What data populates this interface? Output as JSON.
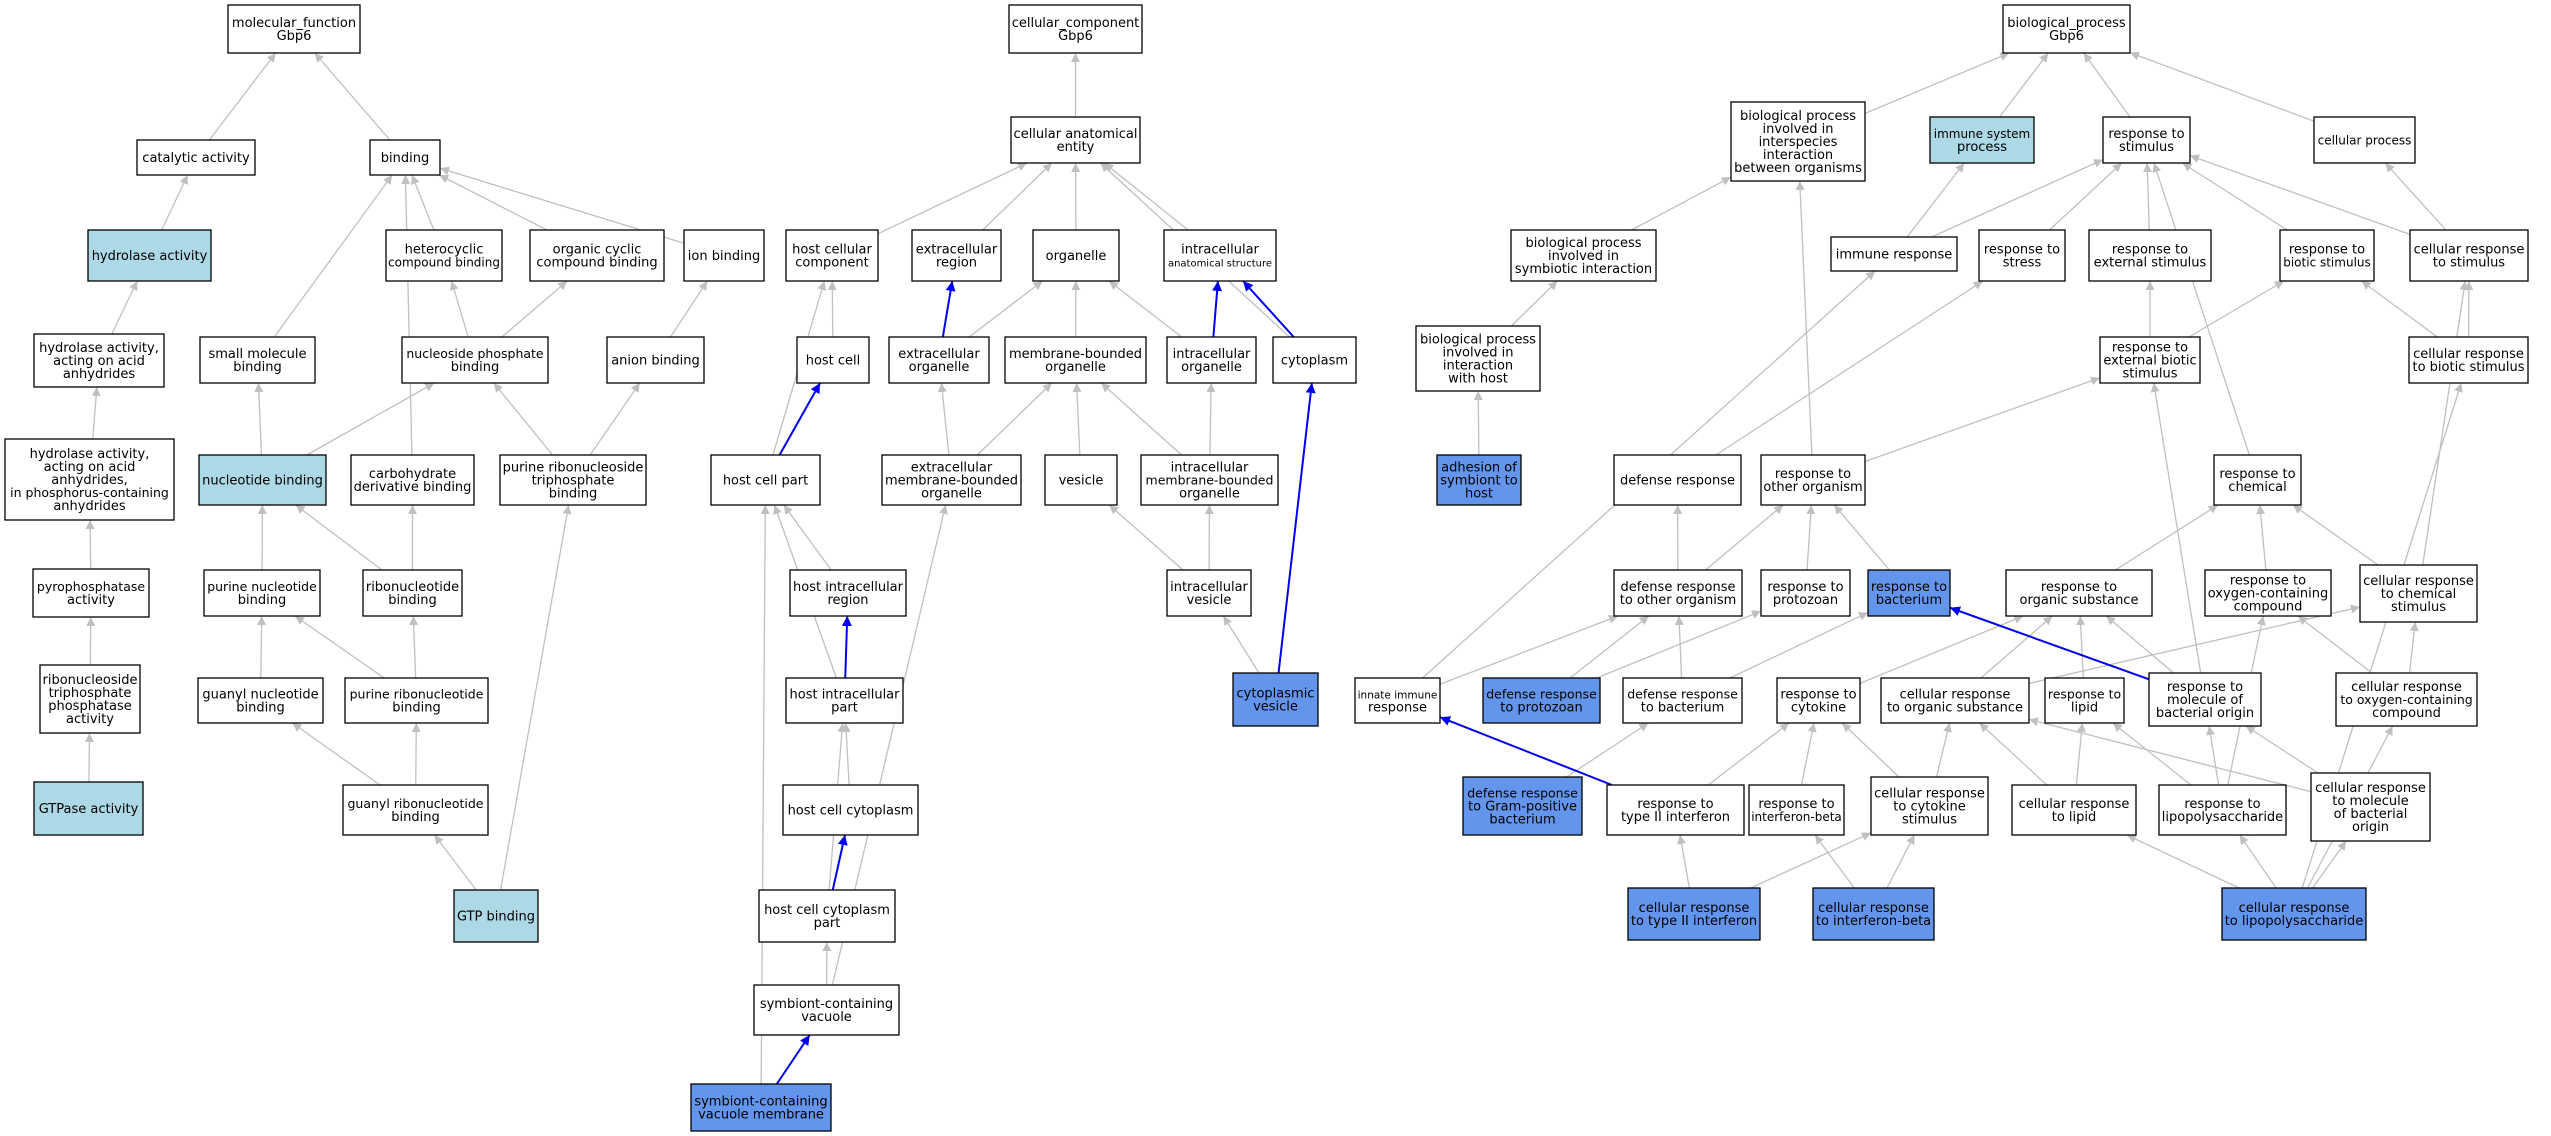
{
  "colors": {
    "plain": "#ffffff",
    "light": "#add8e6",
    "dark": "#6495ed",
    "edge": "#c0c0c0",
    "edge_highlight": "#0000ee"
  },
  "nodes": [
    {
      "id": "mf",
      "lines": [
        "molecular_function",
        "Gbp6"
      ],
      "style": "plain"
    },
    {
      "id": "cat",
      "lines": [
        "catalytic activity"
      ],
      "style": "plain"
    },
    {
      "id": "binding",
      "lines": [
        "binding"
      ],
      "style": "plain"
    },
    {
      "id": "hydro",
      "lines": [
        "hydrolase activity"
      ],
      "style": "light"
    },
    {
      "id": "hydroacid",
      "lines": [
        "hydrolase activity,",
        "acting on acid",
        "anhydrides"
      ],
      "style": "plain"
    },
    {
      "id": "hydrophos",
      "lines": [
        "hydrolase activity,",
        "acting on acid",
        "anhydrides,",
        "in phosphorus-containing",
        "anhydrides"
      ],
      "style": "plain"
    },
    {
      "id": "pyro",
      "lines": [
        "pyrophosphatase",
        "activity"
      ],
      "style": "plain"
    },
    {
      "id": "rntp",
      "lines": [
        "ribonucleoside",
        "triphosphate",
        "phosphatase",
        "activity"
      ],
      "style": "plain"
    },
    {
      "id": "gtpase",
      "lines": [
        "GTPase activity"
      ],
      "style": "light"
    },
    {
      "id": "hetero",
      "lines": [
        "heterocyclic",
        "compound binding"
      ],
      "style": "plain"
    },
    {
      "id": "orgcyc",
      "lines": [
        "organic cyclic",
        "compound binding"
      ],
      "style": "plain"
    },
    {
      "id": "ionb",
      "lines": [
        "ion binding"
      ],
      "style": "plain"
    },
    {
      "id": "smallmol",
      "lines": [
        "small molecule",
        "binding"
      ],
      "style": "plain"
    },
    {
      "id": "nucphos",
      "lines": [
        "nucleoside phosphate",
        "binding"
      ],
      "style": "plain"
    },
    {
      "id": "anion",
      "lines": [
        "anion binding"
      ],
      "style": "plain"
    },
    {
      "id": "nucb",
      "lines": [
        "nucleotide binding"
      ],
      "style": "light"
    },
    {
      "id": "carb",
      "lines": [
        "carbohydrate",
        "derivative binding"
      ],
      "style": "plain"
    },
    {
      "id": "purntp",
      "lines": [
        "purine ribonucleoside",
        "triphosphate",
        "binding"
      ],
      "style": "plain"
    },
    {
      "id": "purnuc",
      "lines": [
        "purine nucleotide",
        "binding"
      ],
      "style": "plain"
    },
    {
      "id": "ribonuc",
      "lines": [
        "ribonucleotide",
        "binding"
      ],
      "style": "plain"
    },
    {
      "id": "guanyl",
      "lines": [
        "guanyl nucleotide",
        "binding"
      ],
      "style": "plain"
    },
    {
      "id": "purribo",
      "lines": [
        "purine ribonucleotide",
        "binding"
      ],
      "style": "plain"
    },
    {
      "id": "guanylribo",
      "lines": [
        "guanyl ribonucleotide",
        "binding"
      ],
      "style": "plain"
    },
    {
      "id": "gtpb",
      "lines": [
        "GTP binding"
      ],
      "style": "light"
    },
    {
      "id": "cc",
      "lines": [
        "cellular_component",
        "Gbp6"
      ],
      "style": "plain"
    },
    {
      "id": "cae",
      "lines": [
        "cellular anatomical",
        "entity"
      ],
      "style": "plain"
    },
    {
      "id": "hostcc",
      "lines": [
        "host cellular",
        "component"
      ],
      "style": "plain"
    },
    {
      "id": "extreg",
      "lines": [
        "extracellular",
        "region"
      ],
      "style": "plain"
    },
    {
      "id": "organelle",
      "lines": [
        "organelle"
      ],
      "style": "plain"
    },
    {
      "id": "ias",
      "lines": [
        "intracellular",
        "anatomical structure"
      ],
      "style": "plain"
    },
    {
      "id": "hostcell",
      "lines": [
        "host cell"
      ],
      "style": "plain"
    },
    {
      "id": "extorg",
      "lines": [
        "extracellular",
        "organelle"
      ],
      "style": "plain"
    },
    {
      "id": "mbo",
      "lines": [
        "membrane-bounded",
        "organelle"
      ],
      "style": "plain"
    },
    {
      "id": "intorg",
      "lines": [
        "intracellular",
        "organelle"
      ],
      "style": "plain"
    },
    {
      "id": "cyto",
      "lines": [
        "cytoplasm"
      ],
      "style": "plain"
    },
    {
      "id": "hcp",
      "lines": [
        "host cell part"
      ],
      "style": "plain"
    },
    {
      "id": "embo",
      "lines": [
        "extracellular",
        "membrane-bounded",
        "organelle"
      ],
      "style": "plain"
    },
    {
      "id": "vesicle",
      "lines": [
        "vesicle"
      ],
      "style": "plain"
    },
    {
      "id": "imbo",
      "lines": [
        "intracellular",
        "membrane-bounded",
        "organelle"
      ],
      "style": "plain"
    },
    {
      "id": "hir",
      "lines": [
        "host intracellular",
        "region"
      ],
      "style": "plain"
    },
    {
      "id": "iv",
      "lines": [
        "intracellular",
        "vesicle"
      ],
      "style": "plain"
    },
    {
      "id": "hip",
      "lines": [
        "host intracellular",
        "part"
      ],
      "style": "plain"
    },
    {
      "id": "cytoves",
      "lines": [
        "cytoplasmic",
        "vesicle"
      ],
      "style": "dark"
    },
    {
      "id": "hcc",
      "lines": [
        "host cell cytoplasm"
      ],
      "style": "plain"
    },
    {
      "id": "hccp",
      "lines": [
        "host cell cytoplasm",
        "part"
      ],
      "style": "plain"
    },
    {
      "id": "scv",
      "lines": [
        "symbiont-containing",
        "vacuole"
      ],
      "style": "plain"
    },
    {
      "id": "scvm",
      "lines": [
        "symbiont-containing",
        "vacuole membrane"
      ],
      "style": "dark"
    },
    {
      "id": "bp",
      "lines": [
        "biological_process",
        "Gbp6"
      ],
      "style": "plain"
    },
    {
      "id": "bpinter",
      "lines": [
        "biological process",
        "involved in",
        "interspecies",
        "interaction",
        "between organisms"
      ],
      "style": "plain"
    },
    {
      "id": "isp",
      "lines": [
        "immune system",
        "process"
      ],
      "style": "light"
    },
    {
      "id": "rstim",
      "lines": [
        "response to",
        "stimulus"
      ],
      "style": "plain"
    },
    {
      "id": "cproc",
      "lines": [
        "cellular process"
      ],
      "style": "plain"
    },
    {
      "id": "bpsym",
      "lines": [
        "biological process",
        "involved in",
        "symbiotic interaction"
      ],
      "style": "plain"
    },
    {
      "id": "immresp",
      "lines": [
        "immune response"
      ],
      "style": "plain"
    },
    {
      "id": "rstress",
      "lines": [
        "response to",
        "stress"
      ],
      "style": "plain"
    },
    {
      "id": "rext",
      "lines": [
        "response to",
        "external stimulus"
      ],
      "style": "plain"
    },
    {
      "id": "rbiotic",
      "lines": [
        "response to",
        "biotic stimulus"
      ],
      "style": "plain"
    },
    {
      "id": "crstim",
      "lines": [
        "cellular response",
        "to stimulus"
      ],
      "style": "plain"
    },
    {
      "id": "bphost",
      "lines": [
        "biological process",
        "involved in",
        "interaction",
        "with host"
      ],
      "style": "plain"
    },
    {
      "id": "rextbio",
      "lines": [
        "response to",
        "external biotic",
        "stimulus"
      ],
      "style": "plain"
    },
    {
      "id": "crbiotic",
      "lines": [
        "cellular response",
        "to biotic stimulus"
      ],
      "style": "plain"
    },
    {
      "id": "adhesion",
      "lines": [
        "adhesion of",
        "symbiont to",
        "host"
      ],
      "style": "dark"
    },
    {
      "id": "defresp",
      "lines": [
        "defense response"
      ],
      "style": "plain"
    },
    {
      "id": "rother",
      "lines": [
        "response to",
        "other organism"
      ],
      "style": "plain"
    },
    {
      "id": "rchem",
      "lines": [
        "response to",
        "chemical"
      ],
      "style": "plain"
    },
    {
      "id": "drother",
      "lines": [
        "defense response",
        "to other organism"
      ],
      "style": "plain"
    },
    {
      "id": "rproto",
      "lines": [
        "response to",
        "protozoan"
      ],
      "style": "plain"
    },
    {
      "id": "rbact",
      "lines": [
        "response to",
        "bacterium"
      ],
      "style": "dark"
    },
    {
      "id": "rorg",
      "lines": [
        "response to",
        "organic substance"
      ],
      "style": "plain"
    },
    {
      "id": "roxy",
      "lines": [
        "response to",
        "oxygen-containing",
        "compound"
      ],
      "style": "plain"
    },
    {
      "id": "crchem",
      "lines": [
        "cellular response",
        "to chemical",
        "stimulus"
      ],
      "style": "plain"
    },
    {
      "id": "innate",
      "lines": [
        "innate immune",
        "response"
      ],
      "style": "plain"
    },
    {
      "id": "drproto",
      "lines": [
        "defense response",
        "to protozoan"
      ],
      "style": "dark"
    },
    {
      "id": "drbact",
      "lines": [
        "defense response",
        "to bacterium"
      ],
      "style": "plain"
    },
    {
      "id": "rcyto",
      "lines": [
        "response to",
        "cytokine"
      ],
      "style": "plain"
    },
    {
      "id": "crorg",
      "lines": [
        "cellular response",
        "to organic substance"
      ],
      "style": "plain"
    },
    {
      "id": "rlipid",
      "lines": [
        "response to",
        "lipid"
      ],
      "style": "plain"
    },
    {
      "id": "rmolbact",
      "lines": [
        "response to",
        "molecule of",
        "bacterial origin"
      ],
      "style": "plain"
    },
    {
      "id": "croxy",
      "lines": [
        "cellular response",
        "to oxygen-containing",
        "compound"
      ],
      "style": "plain"
    },
    {
      "id": "drgram",
      "lines": [
        "defense response",
        "to Gram-positive",
        "bacterium"
      ],
      "style": "dark"
    },
    {
      "id": "rt2ifn",
      "lines": [
        "response to",
        "type II interferon"
      ],
      "style": "plain"
    },
    {
      "id": "rifnb",
      "lines": [
        "response to",
        "interferon-beta"
      ],
      "style": "plain"
    },
    {
      "id": "crcyto",
      "lines": [
        "cellular response",
        "to cytokine",
        "stimulus"
      ],
      "style": "plain"
    },
    {
      "id": "crlipid",
      "lines": [
        "cellular response",
        "to lipid"
      ],
      "style": "plain"
    },
    {
      "id": "rlps",
      "lines": [
        "response to",
        "lipopolysaccharide"
      ],
      "style": "plain"
    },
    {
      "id": "crmolbact",
      "lines": [
        "cellular response",
        "to molecule",
        "of bacterial",
        "origin"
      ],
      "style": "plain"
    },
    {
      "id": "crt2ifn",
      "lines": [
        "cellular response",
        "to type II interferon"
      ],
      "style": "dark"
    },
    {
      "id": "crifnb",
      "lines": [
        "cellular response",
        "to interferon-beta"
      ],
      "style": "dark"
    },
    {
      "id": "crlps",
      "lines": [
        "cellular response",
        "to lipopolysaccharide"
      ],
      "style": "dark"
    }
  ],
  "edges": [
    [
      "cat",
      "mf"
    ],
    [
      "binding",
      "mf"
    ],
    [
      "hydro",
      "cat"
    ],
    [
      "hydroacid",
      "hydro"
    ],
    [
      "hydrophos",
      "hydroacid"
    ],
    [
      "pyro",
      "hydrophos"
    ],
    [
      "rntp",
      "pyro"
    ],
    [
      "gtpase",
      "rntp"
    ],
    [
      "hetero",
      "binding"
    ],
    [
      "orgcyc",
      "binding"
    ],
    [
      "ionb",
      "binding"
    ],
    [
      "smallmol",
      "binding"
    ],
    [
      "carb",
      "binding"
    ],
    [
      "nucphos",
      "hetero"
    ],
    [
      "nucphos",
      "orgcyc"
    ],
    [
      "anion",
      "ionb"
    ],
    [
      "nucb",
      "nucphos"
    ],
    [
      "nucb",
      "smallmol"
    ],
    [
      "purntp",
      "nucphos"
    ],
    [
      "purntp",
      "anion"
    ],
    [
      "purnuc",
      "nucb"
    ],
    [
      "ribonuc",
      "nucb"
    ],
    [
      "ribonuc",
      "carb"
    ],
    [
      "guanyl",
      "purnuc"
    ],
    [
      "purribo",
      "purnuc"
    ],
    [
      "purribo",
      "ribonuc"
    ],
    [
      "guanylribo",
      "guanyl"
    ],
    [
      "guanylribo",
      "purribo"
    ],
    [
      "gtpb",
      "guanylribo"
    ],
    [
      "gtpb",
      "purntp"
    ],
    [
      "cae",
      "cc"
    ],
    [
      "hostcc",
      "cae"
    ],
    [
      "extreg",
      "cae"
    ],
    [
      "organelle",
      "cae"
    ],
    [
      "ias",
      "cae"
    ],
    [
      "cyto",
      "cae"
    ],
    [
      "hostcell",
      "hostcc"
    ],
    [
      "extorg",
      "extreg",
      "hl"
    ],
    [
      "extorg",
      "organelle"
    ],
    [
      "mbo",
      "organelle"
    ],
    [
      "intorg",
      "organelle"
    ],
    [
      "intorg",
      "ias",
      "hl"
    ],
    [
      "cyto",
      "ias",
      "hl"
    ],
    [
      "hcp",
      "hostcc"
    ],
    [
      "hcp",
      "hostcell",
      "hl"
    ],
    [
      "embo",
      "extorg"
    ],
    [
      "embo",
      "mbo"
    ],
    [
      "vesicle",
      "mbo"
    ],
    [
      "imbo",
      "mbo"
    ],
    [
      "imbo",
      "intorg"
    ],
    [
      "hir",
      "hcp"
    ],
    [
      "iv",
      "vesicle"
    ],
    [
      "iv",
      "imbo"
    ],
    [
      "hip",
      "hcp"
    ],
    [
      "hip",
      "hir",
      "hl"
    ],
    [
      "cytoves",
      "iv"
    ],
    [
      "cytoves",
      "cyto",
      "hl"
    ],
    [
      "hcc",
      "hip"
    ],
    [
      "hccp",
      "hip"
    ],
    [
      "hccp",
      "hcc",
      "hl"
    ],
    [
      "scv",
      "hccp"
    ],
    [
      "scv",
      "embo"
    ],
    [
      "scvm",
      "scv",
      "hl"
    ],
    [
      "scvm",
      "hcp"
    ],
    [
      "bpinter",
      "bp"
    ],
    [
      "isp",
      "bp"
    ],
    [
      "rstim",
      "bp"
    ],
    [
      "cproc",
      "bp"
    ],
    [
      "bpsym",
      "bpinter"
    ],
    [
      "immresp",
      "isp"
    ],
    [
      "immresp",
      "rstim"
    ],
    [
      "rstress",
      "rstim"
    ],
    [
      "rext",
      "rstim"
    ],
    [
      "rbiotic",
      "rstim"
    ],
    [
      "crstim",
      "rstim"
    ],
    [
      "crstim",
      "cproc"
    ],
    [
      "bphost",
      "bpsym"
    ],
    [
      "rextbio",
      "rext"
    ],
    [
      "rextbio",
      "rbiotic"
    ],
    [
      "crbiotic",
      "rbiotic"
    ],
    [
      "crbiotic",
      "crstim"
    ],
    [
      "adhesion",
      "bphost"
    ],
    [
      "defresp",
      "rstress"
    ],
    [
      "rother",
      "rextbio"
    ],
    [
      "rother",
      "bpinter"
    ],
    [
      "rchem",
      "rstim"
    ],
    [
      "drother",
      "defresp"
    ],
    [
      "drother",
      "rother"
    ],
    [
      "rproto",
      "rother"
    ],
    [
      "rbact",
      "rother"
    ],
    [
      "rorg",
      "rchem"
    ],
    [
      "roxy",
      "rchem"
    ],
    [
      "crchem",
      "rchem"
    ],
    [
      "crchem",
      "crstim"
    ],
    [
      "innate",
      "immresp"
    ],
    [
      "innate",
      "drother"
    ],
    [
      "drproto",
      "drother"
    ],
    [
      "drproto",
      "rproto"
    ],
    [
      "drbact",
      "drother"
    ],
    [
      "drbact",
      "rbact"
    ],
    [
      "rcyto",
      "rorg"
    ],
    [
      "crorg",
      "rorg"
    ],
    [
      "crorg",
      "crchem"
    ],
    [
      "rlipid",
      "rorg"
    ],
    [
      "rmolbact",
      "rbact",
      "hl"
    ],
    [
      "rmolbact",
      "rorg"
    ],
    [
      "rmolbact",
      "rextbio"
    ],
    [
      "croxy",
      "roxy"
    ],
    [
      "croxy",
      "crchem"
    ],
    [
      "drgram",
      "drbact"
    ],
    [
      "rt2ifn",
      "rcyto"
    ],
    [
      "rt2ifn",
      "innate",
      "hl"
    ],
    [
      "rifnb",
      "rcyto"
    ],
    [
      "crcyto",
      "rcyto"
    ],
    [
      "crcyto",
      "crorg"
    ],
    [
      "crlipid",
      "rlipid"
    ],
    [
      "crlipid",
      "crorg"
    ],
    [
      "rlps",
      "rlipid"
    ],
    [
      "rlps",
      "rmolbact"
    ],
    [
      "rlps",
      "roxy"
    ],
    [
      "crmolbact",
      "rmolbact"
    ],
    [
      "crmolbact",
      "crorg"
    ],
    [
      "crt2ifn",
      "rt2ifn"
    ],
    [
      "crt2ifn",
      "crcyto"
    ],
    [
      "crifnb",
      "rifnb"
    ],
    [
      "crifnb",
      "crcyto"
    ],
    [
      "crlps",
      "rlps"
    ],
    [
      "crlps",
      "crlipid"
    ],
    [
      "crlps",
      "crmolbact"
    ],
    [
      "crlps",
      "croxy"
    ],
    [
      "crlps",
      "crbiotic"
    ]
  ]
}
